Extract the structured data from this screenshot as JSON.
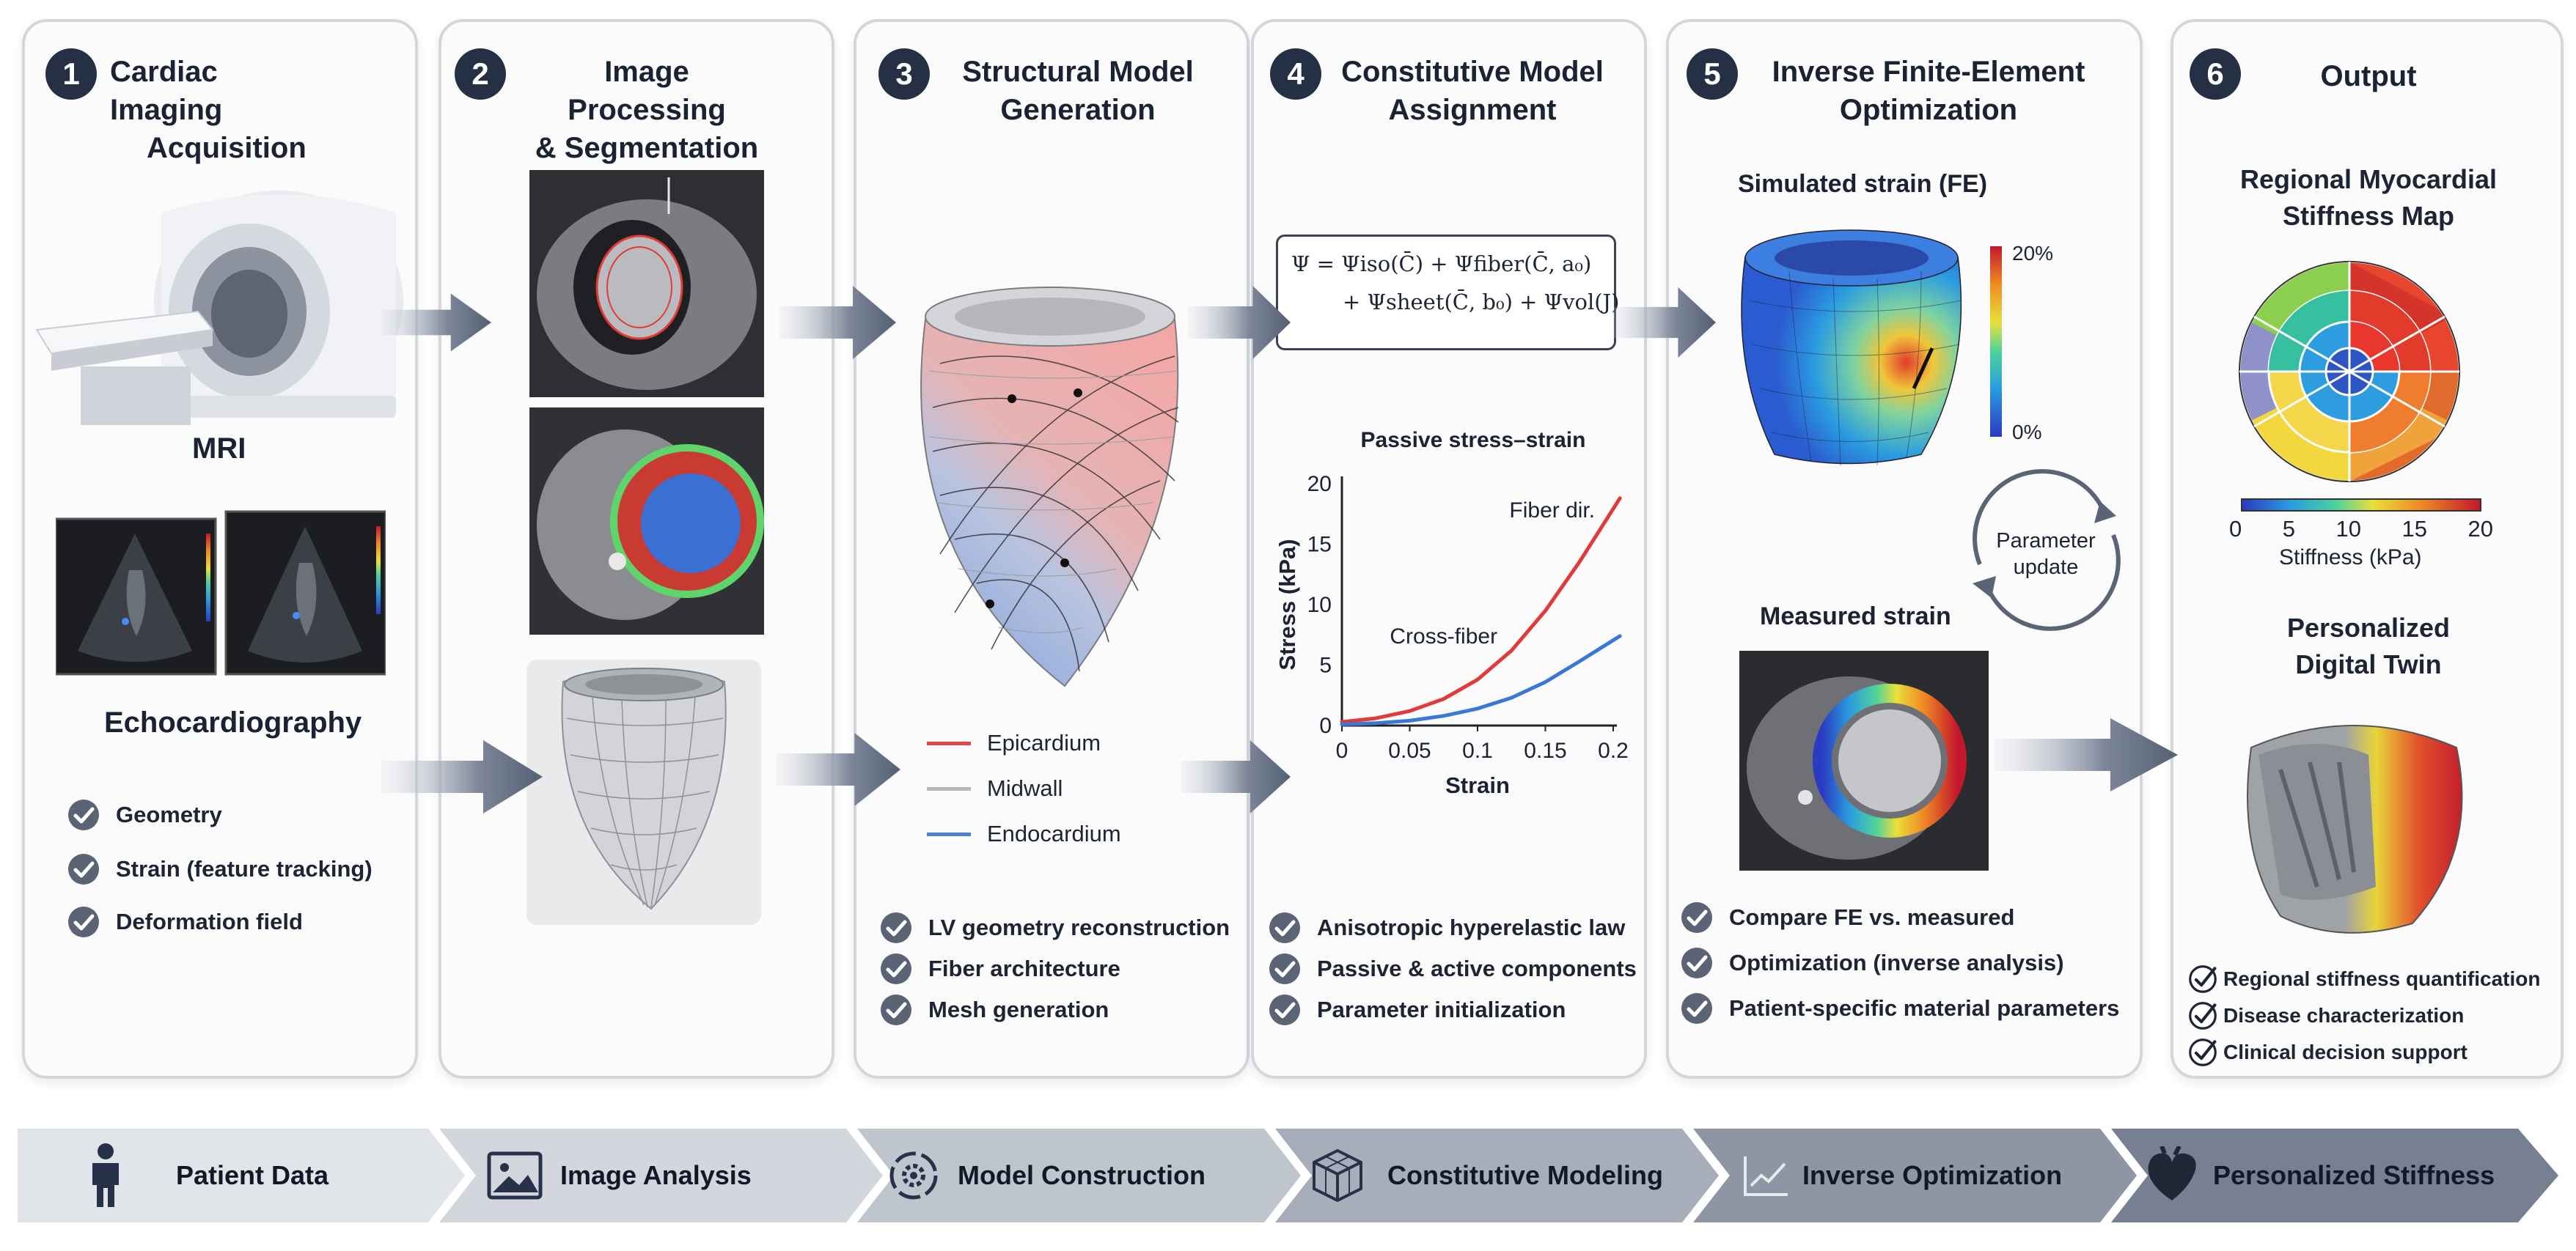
{
  "steps": [
    {
      "num": "1",
      "title_line1": "Cardiac Imaging",
      "title_line2": "Acquisition"
    },
    {
      "num": "2",
      "title_line1": "Image Processing",
      "title_line2": "& Segmentation"
    },
    {
      "num": "3",
      "title_line1": "Structural Model",
      "title_line2": "Generation"
    },
    {
      "num": "4",
      "title_line1": "Constitutive Model",
      "title_line2": "Assignment"
    },
    {
      "num": "5",
      "title_line1": "Inverse Finite-Element",
      "title_line2": "Optimization"
    },
    {
      "num": "6",
      "title_line1": "Output",
      "title_line2": ""
    }
  ],
  "panel1": {
    "mri_label": "MRI",
    "echo_label": "Echocardiography",
    "checklist": [
      "Geometry",
      "Strain (feature tracking)",
      "Deformation field"
    ]
  },
  "panel3": {
    "legend": [
      {
        "label": "Epicardium",
        "color": "#e0474c"
      },
      {
        "label": "Midwall",
        "color": "#b8b8bc"
      },
      {
        "label": "Endocardium",
        "color": "#4f7fd1"
      }
    ],
    "checklist": [
      "LV geometry reconstruction",
      "Fiber architecture",
      "Mesh generation"
    ]
  },
  "panel4": {
    "equation_line1": "Ψ = Ψiso(C̄) + Ψfiber(C̄, a₀)",
    "equation_line2": "+ Ψsheet(C̄, b₀) + Ψvol(J)",
    "checklist": [
      "Anisotropic hyperelastic law",
      "Passive & active components",
      "Parameter initialization"
    ]
  },
  "panel5": {
    "simulated_title": "Simulated strain (FE)",
    "colorbar_max": "20%",
    "colorbar_min": "0%",
    "cycle_label_line1": "Parameter",
    "cycle_label_line2": "update",
    "measured_title": "Measured strain",
    "checklist": [
      "Compare FE vs. measured",
      "Optimization (inverse analysis)",
      "Patient-specific material parameters"
    ]
  },
  "panel6": {
    "map_title_line1": "Regional Myocardial",
    "map_title_line2": "Stiffness Map",
    "colorbar_ticks": [
      "0",
      "5",
      "10",
      "15",
      "20"
    ],
    "colorbar_label": "Stiffness (kPa)",
    "twin_title_line1": "Personalized",
    "twin_title_line2": "Digital Twin",
    "checklist": [
      "Regional stiffness quantification",
      "Disease characterization",
      "Clinical decision support"
    ]
  },
  "chart_data": {
    "type": "line",
    "title": "Passive stress–strain",
    "xlabel": "Strain",
    "ylabel": "Stress (kPa)",
    "xlim": [
      0,
      0.2
    ],
    "ylim": [
      0,
      20
    ],
    "xticks": [
      "0",
      "0.05",
      "0.1",
      "0.15",
      "0.2"
    ],
    "yticks": [
      "0",
      "5",
      "10",
      "15",
      "20"
    ],
    "series": [
      {
        "name": "Fiber dir.",
        "color": "#e03a3a",
        "x": [
          0,
          0.025,
          0.05,
          0.075,
          0.1,
          0.125,
          0.15,
          0.175,
          0.205
        ],
        "y": [
          0.3,
          0.6,
          1.2,
          2.2,
          3.8,
          6.2,
          9.5,
          13.5,
          18.8
        ]
      },
      {
        "name": "Cross-fiber",
        "color": "#3a78d4",
        "x": [
          0,
          0.025,
          0.05,
          0.075,
          0.1,
          0.125,
          0.15,
          0.175,
          0.205
        ],
        "y": [
          0.1,
          0.2,
          0.4,
          0.8,
          1.4,
          2.3,
          3.6,
          5.3,
          7.4
        ]
      }
    ],
    "grid": false
  },
  "bottom_bar": [
    {
      "label": "Patient Data",
      "icon": "person-icon"
    },
    {
      "label": "Image Analysis",
      "icon": "image-icon"
    },
    {
      "label": "Model Construction",
      "icon": "gear-cycle-icon"
    },
    {
      "label": "Constitutive Modeling",
      "icon": "cube-mesh-icon"
    },
    {
      "label": "Inverse Optimization",
      "icon": "trend-chart-icon"
    },
    {
      "label": "Personalized Stiffness",
      "icon": "heart-icon"
    }
  ]
}
